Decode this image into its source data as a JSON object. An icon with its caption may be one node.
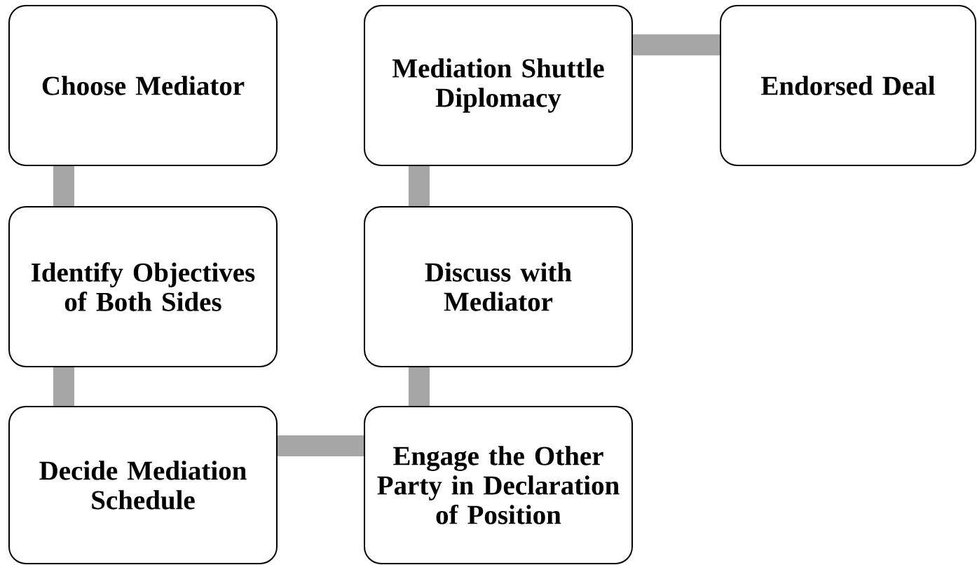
{
  "diagram": {
    "nodes": [
      {
        "text": [
          "Choose Mediator"
        ]
      },
      {
        "text": [
          "Identify Objectives of Both Sides"
        ]
      },
      {
        "text": [
          "Decide Mediation Schedule"
        ]
      },
      {
        "text": [
          "Engage the Other Party in Declaration of Position"
        ]
      },
      {
        "text": [
          "Discuss with Mediator"
        ]
      },
      {
        "text": [
          "Mediation Shuttle Diplomacy"
        ]
      },
      {
        "text": [
          "Endorsed Deal"
        ]
      }
    ],
    "edges": [
      {
        "from": 0,
        "to": 1,
        "arrow": "none"
      },
      {
        "from": 1,
        "to": 2,
        "arrow": "none"
      },
      {
        "from": 2,
        "to": 3,
        "arrow": "none"
      },
      {
        "from": 3,
        "to": 4,
        "arrow": "none"
      },
      {
        "from": 4,
        "to": 5,
        "arrow": "none"
      },
      {
        "from": 5,
        "to": 6,
        "arrow": "none"
      }
    ]
  }
}
